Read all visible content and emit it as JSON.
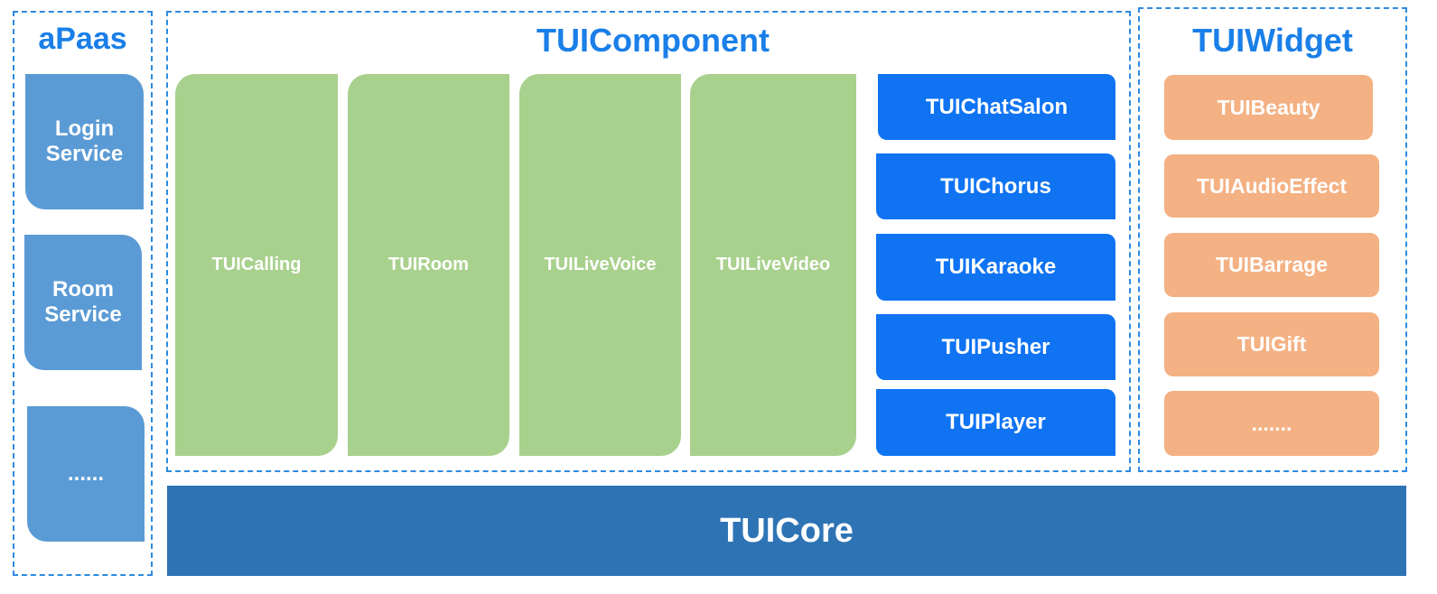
{
  "apaas": {
    "title": "aPaas",
    "items": [
      "Login\nService",
      "Room\nService",
      "......"
    ]
  },
  "tuicomponent": {
    "title": "TUIComponent",
    "green_items": [
      "TUICalling",
      "TUIRoom",
      "TUILiveVoice",
      "TUILiveVideo"
    ],
    "blue_items": [
      "TUIChatSalon",
      "TUIChorus",
      "TUIKaraoke",
      "TUIPusher",
      "TUIPlayer"
    ]
  },
  "tuiwidget": {
    "title": "TUIWidget",
    "items": [
      "TUIBeauty",
      "TUIAudioEffect",
      "TUIBarrage",
      "TUIGift",
      "......."
    ]
  },
  "core": {
    "label": "TUICore"
  },
  "colors": {
    "border": "#2f8ae0",
    "title": "#1a7fe8",
    "service": "#5b9bd5",
    "component_green": "#a9d18e",
    "component_blue": "#0f73f2",
    "widget_orange": "#f4b183",
    "core": "#2e74b5"
  }
}
